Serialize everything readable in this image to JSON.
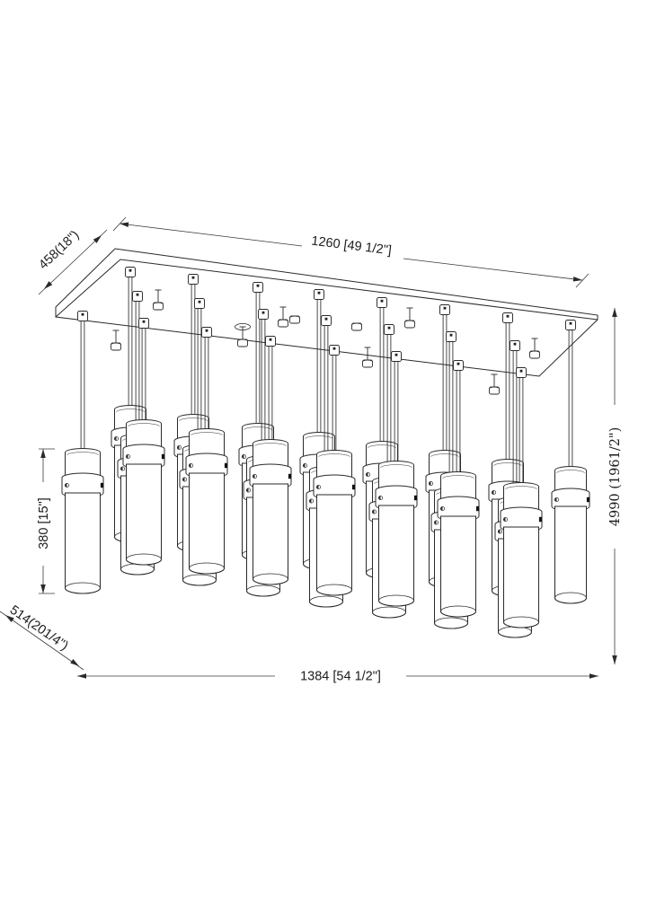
{
  "drawing": {
    "dimensions": {
      "canopy_length": "1260 [49 1/2\"]",
      "canopy_depth": "458(18\")",
      "overall_height": "4990 (1961/2\")",
      "pendant_height": "380 [15\"]",
      "cluster_depth": "514(201/4\")",
      "cluster_length": "1384 [54 1/2\"]"
    },
    "line_color": "#2a2a2a",
    "background_color": "#ffffff"
  }
}
